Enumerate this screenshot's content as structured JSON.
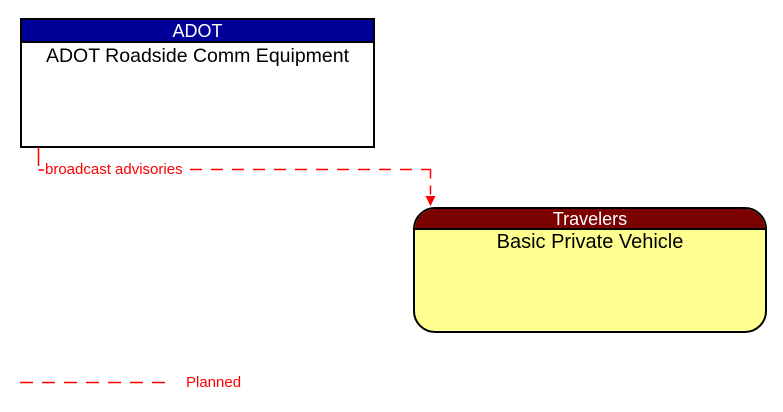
{
  "diagram": {
    "type": "context-diagram",
    "background_color": "#FFFFFF",
    "entities": [
      {
        "title": "ADOT",
        "label": "ADOT Roadside Comm Equipment",
        "shape": "rectangle",
        "header_color": "#000099",
        "header_text_color": "#FFFFFF",
        "body_color": "#FFFFFF",
        "body_text_color": "#000000",
        "border_color": "#000000"
      },
      {
        "title": "Travelers",
        "label": "Basic Private Vehicle",
        "shape": "rounded-rectangle",
        "header_color": "#7B0000",
        "header_text_color": "#FFFFFF",
        "body_color": "#FFFF8F",
        "body_text_color": "#000000",
        "border_color": "#000000"
      }
    ],
    "flows": [
      {
        "label": "broadcast advisories",
        "from": "ADOT Roadside Comm Equipment",
        "to": "Basic Private Vehicle",
        "status": "Planned",
        "line_style": "dashed",
        "line_color": "#FF0000",
        "arrow": "down-into-destination"
      }
    ],
    "legend": {
      "items": [
        {
          "label": "Planned",
          "line_style": "dashed",
          "line_color": "#FF0000"
        }
      ]
    }
  }
}
